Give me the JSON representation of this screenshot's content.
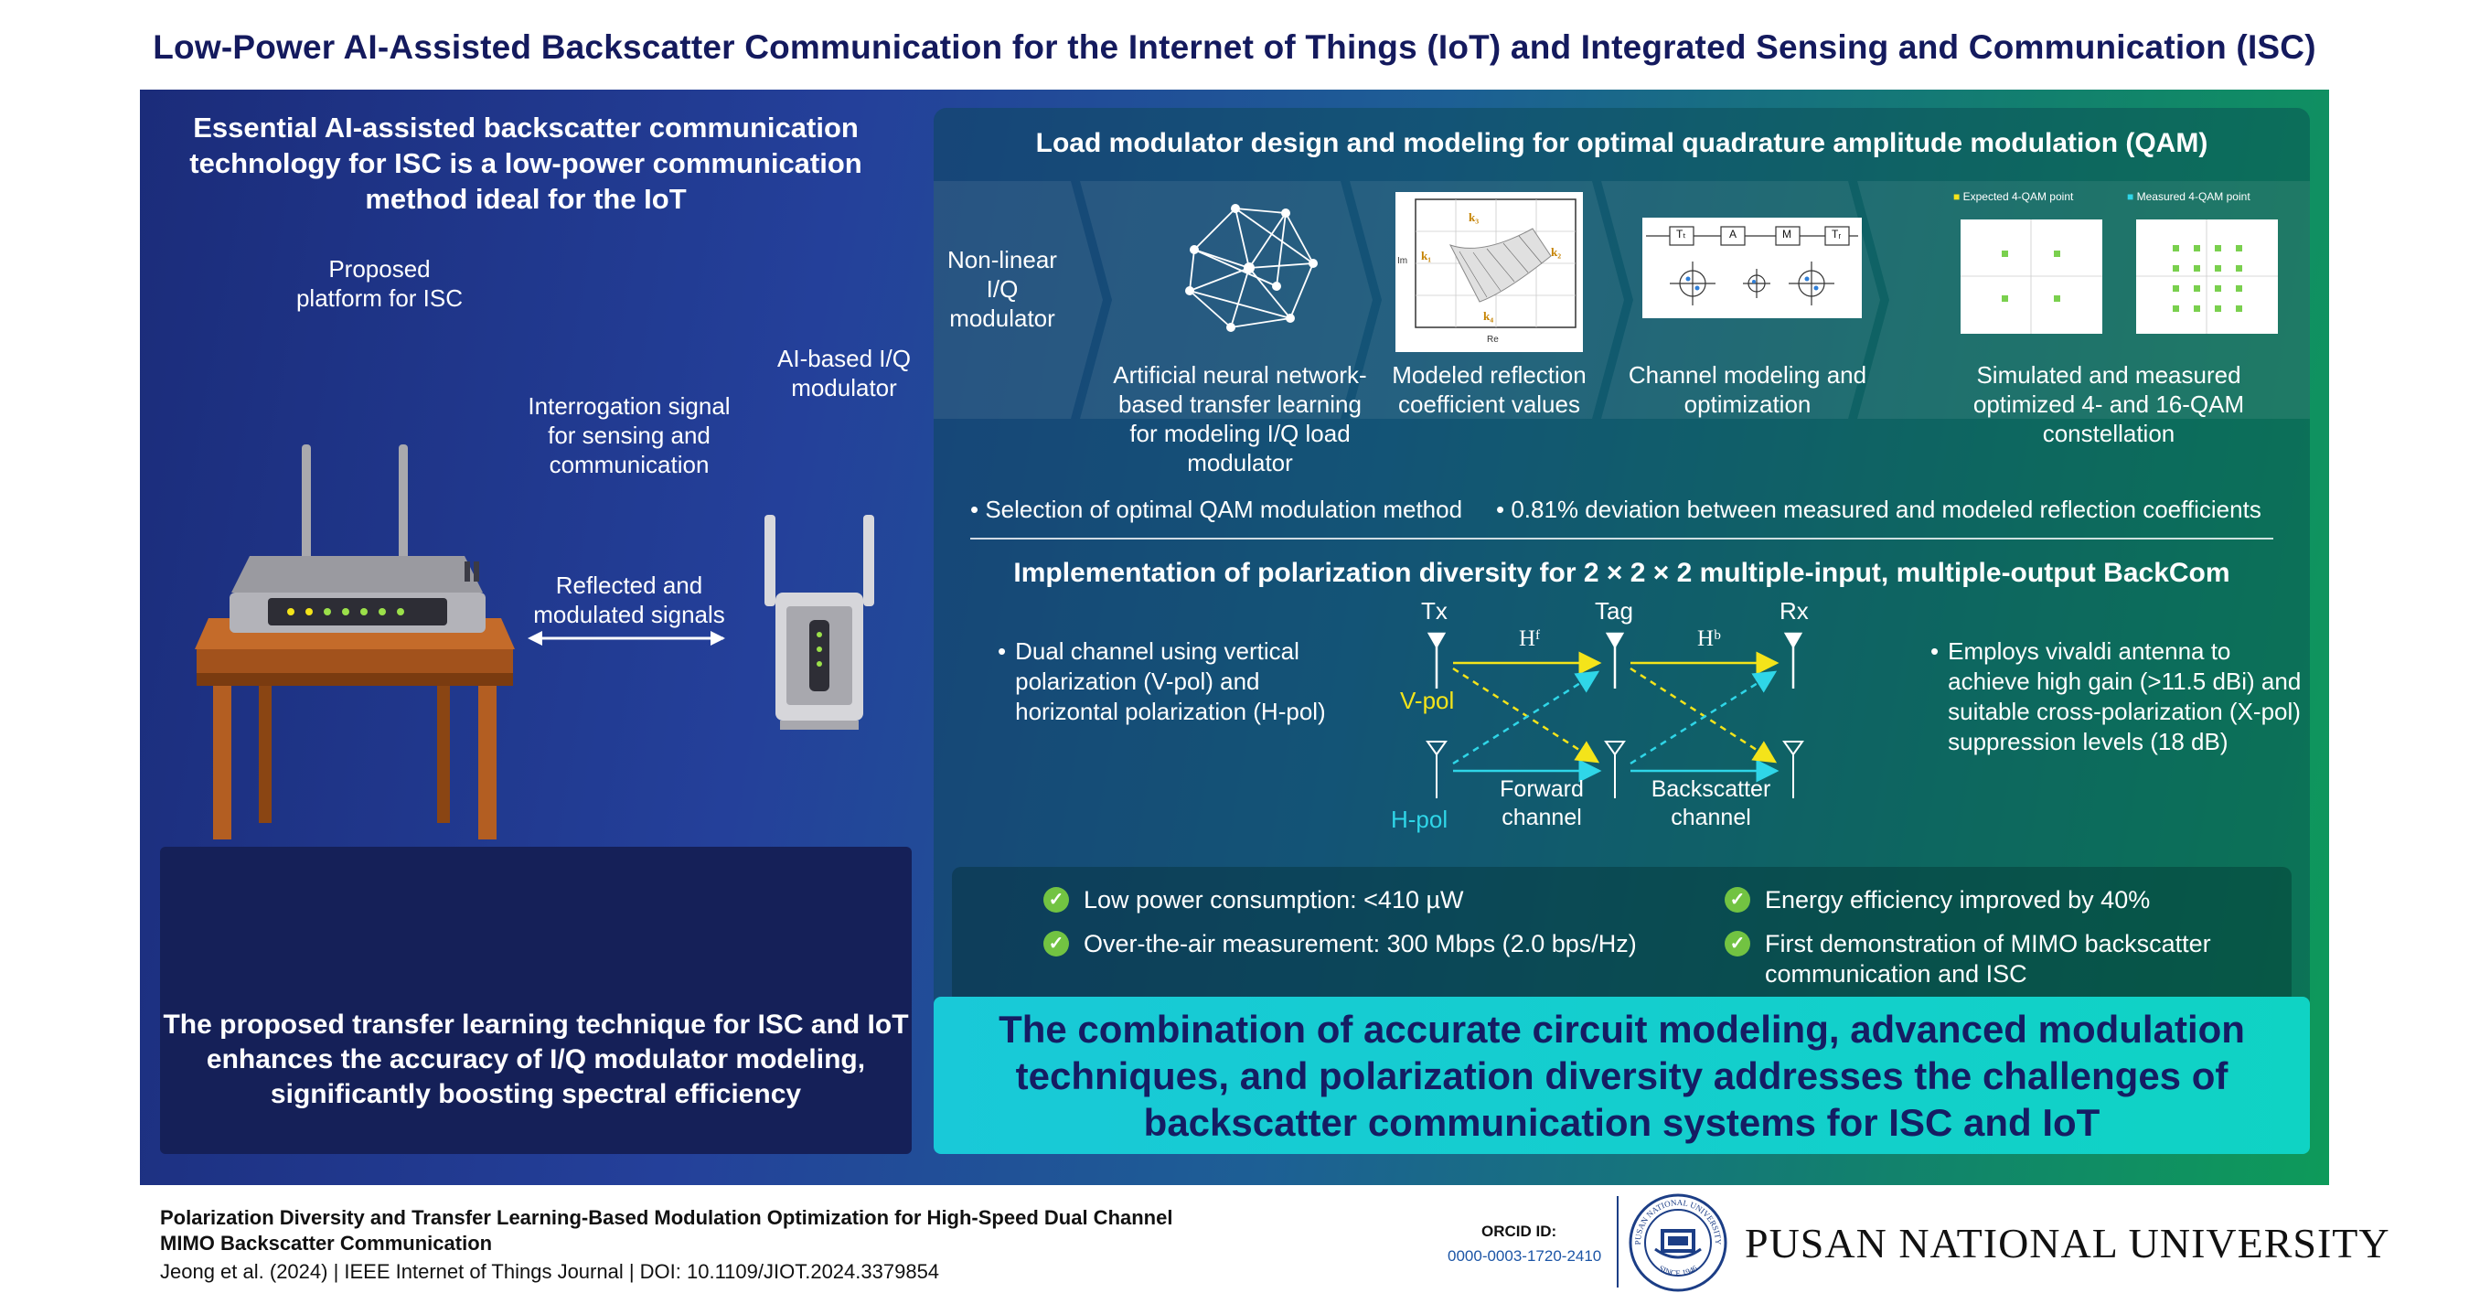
{
  "title": "Low-Power AI-Assisted Backscatter Communication for the Internet of Things (IoT) and Integrated Sensing and Communication (ISC)",
  "left": {
    "heading": "Essential AI-assisted backscatter communication technology for ISC is a low-power communication method ideal for the IoT",
    "platform_label": "Proposed platform for ISC",
    "modulator_label": "AI-based I/Q modulator",
    "interrogation_label": "Interrogation signal for sensing and communication",
    "reflected_label": "Reflected and modulated signals",
    "bottom_text": "The proposed transfer learning technique for ISC and IoT enhances the accuracy of I/Q modulator modeling, significantly boosting spectral efficiency"
  },
  "qam_section": {
    "title": "Load modulator design and modeling for optimal quadrature amplitude modulation (QAM)",
    "steps": [
      {
        "label": "Non-linear I/Q modulator"
      },
      {
        "label": "Artificial neural network-based transfer learning for modeling I/Q load modulator"
      },
      {
        "label": "Modeled reflection coefficient values"
      },
      {
        "label": "Channel modeling and optimization"
      },
      {
        "label": "Simulated and measured optimized 4- and 16-QAM constellation"
      }
    ],
    "legend_expected": "Expected 4-QAM point",
    "legend_measured": "Measured 4-QAM point",
    "bullet_1": "Selection of optimal QAM modulation method",
    "bullet_2": "0.81% deviation between measured and modeled reflection coefficients",
    "plot_labels": {
      "k1": "k₁",
      "k2": "k₂",
      "k3": "k₃",
      "k4": "k₄",
      "re": "Re",
      "im": "Im"
    },
    "channel_blocks": [
      "Tₜ",
      "A",
      "M",
      "Tᵣ"
    ]
  },
  "mimo_section": {
    "title": "Implementation of polarization diversity for 2 × 2 × 2 multiple-input, multiple-output BackCom",
    "left_bullet": "Dual channel using vertical polarization (V-pol) and horizontal polarization (H-pol)",
    "right_bullet": "Employs vivaldi antenna to achieve high gain (>11.5 dBi) and suitable cross-polarization (X-pol) suppression levels (18 dB)",
    "tx": "Tx",
    "tag": "Tag",
    "rx": "Rx",
    "hf": "Hᶠ",
    "hb": "Hᵇ",
    "vpol": "V-pol",
    "hpol": "H-pol",
    "forward": "Forward channel",
    "backscatter": "Backscatter channel"
  },
  "features": [
    {
      "text": "Low power consumption: <410 µW"
    },
    {
      "text": "Over-the-air measurement: 300 Mbps (2.0 bps/Hz)"
    },
    {
      "text": "Energy efficiency improved by 40%"
    },
    {
      "text": "First demonstration of MIMO backscatter communication and ISC"
    }
  ],
  "conclusion": "The combination of accurate circuit modeling, advanced modulation techniques, and polarization diversity addresses the challenges of backscatter communication systems for ISC and IoT",
  "footer": {
    "paper_title": "Polarization Diversity and Transfer Learning-Based Modulation Optimization for High-Speed Dual Channel MIMO Backscatter Communication",
    "citation": "Jeong et al. (2024)  |  IEEE Internet of Things Journal  |  DOI: 10.1109/JIOT.2024.3379854",
    "orcid_label": "ORCID ID:",
    "orcid_value": "0000-0003-1720-2410",
    "university": "PUSAN NATIONAL UNIVERSITY",
    "seal_top": "PUSAN NATIONAL UNIVERSITY",
    "seal_bottom": "SINCE 1946"
  },
  "colors": {
    "title_text": "#141a5e",
    "vpol": "#f4e41a",
    "hpol": "#2fd6e8",
    "check": "#72c342",
    "conclusion_bg": "#19c9d8"
  }
}
